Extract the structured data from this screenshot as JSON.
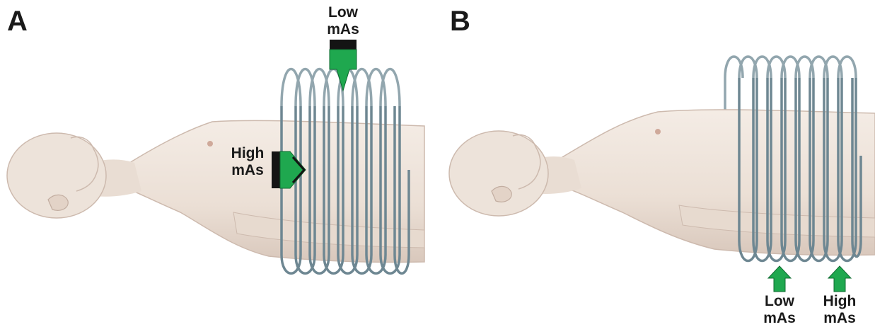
{
  "panels": [
    {
      "letter": "A",
      "labels": {
        "top_line1": "Low",
        "top_line2": "mAs",
        "side_line1": "High",
        "side_line2": "mAs"
      }
    },
    {
      "letter": "B",
      "labels": {
        "left_line1": "Low",
        "left_line2": "mAs",
        "right_line1": "High",
        "right_line2": "mAs"
      }
    }
  ],
  "colors": {
    "arrow": "#1fa84f",
    "arrow_dark": "#141414",
    "coil": "#6e8792",
    "skin": "#eee3da",
    "skin_shadow": "#d8c7bb"
  }
}
